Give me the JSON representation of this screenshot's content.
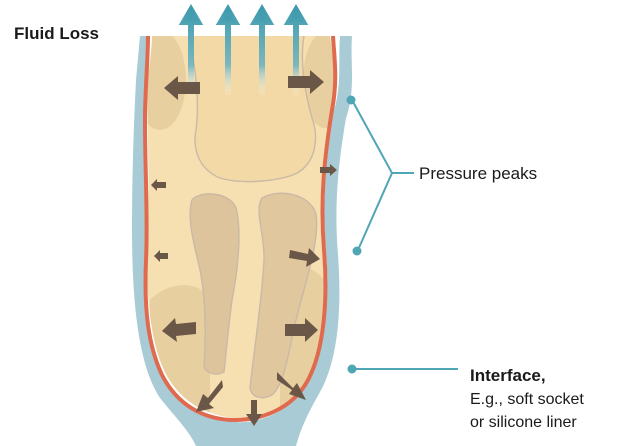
{
  "labels": {
    "fluid_loss": "Fluid Loss",
    "pressure_peaks": "Pressure peaks",
    "interface_title": "Interface,",
    "interface_line1": "E.g., soft socket",
    "interface_line2": "or silicone liner"
  },
  "colors": {
    "tissue": "#f6dfb0",
    "bone": "#d9c09a",
    "liner_blue": "#a9cbd6",
    "skin_red": "#e06a4e",
    "arrow": "#6b5748",
    "callout": "#4fa6b5",
    "fluid_arrow": "#5aaab8"
  }
}
